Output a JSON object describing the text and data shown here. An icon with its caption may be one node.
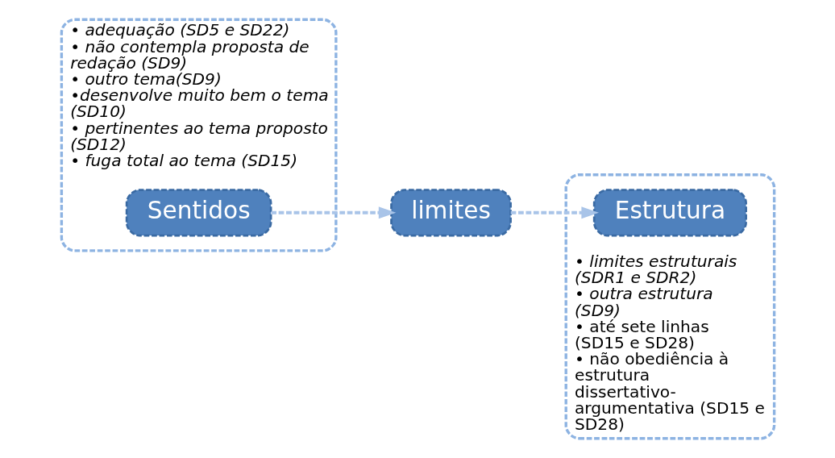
{
  "diagram": {
    "nodes": [
      {
        "text": [
          "• adequação (SD5 e SD22)",
          "• não contempla proposta de redação (SD9)",
          "• outro tema(SD9)",
          "•desenvolve muito bem o tema (SD10)",
          "• pertinentes ao tema proposto (SD12)",
          "• fuga total ao tema (SD15)"
        ]
      },
      {
        "text": [
          "Sentidos"
        ],
        "in": 0
      },
      {
        "text": [
          "limites"
        ]
      },
      {
        "text": [
          "• limites estruturais (SDR1 e SDR2)",
          "• outra estrutura (SD9)",
          "• até sete linhas (SD15 e SD28)",
          "• não obediência à estrutura dissertativo-argumentativa (SD15 e SD28)"
        ]
      },
      {
        "text": [
          "Estrutura"
        ],
        "in": 3
      }
    ],
    "edges": [
      {
        "from": 1,
        "to": 2,
        "arrow": "to",
        "style": "dashed"
      },
      {
        "from": 2,
        "to": 4,
        "arrow": "to",
        "style": "dashed"
      }
    ]
  }
}
